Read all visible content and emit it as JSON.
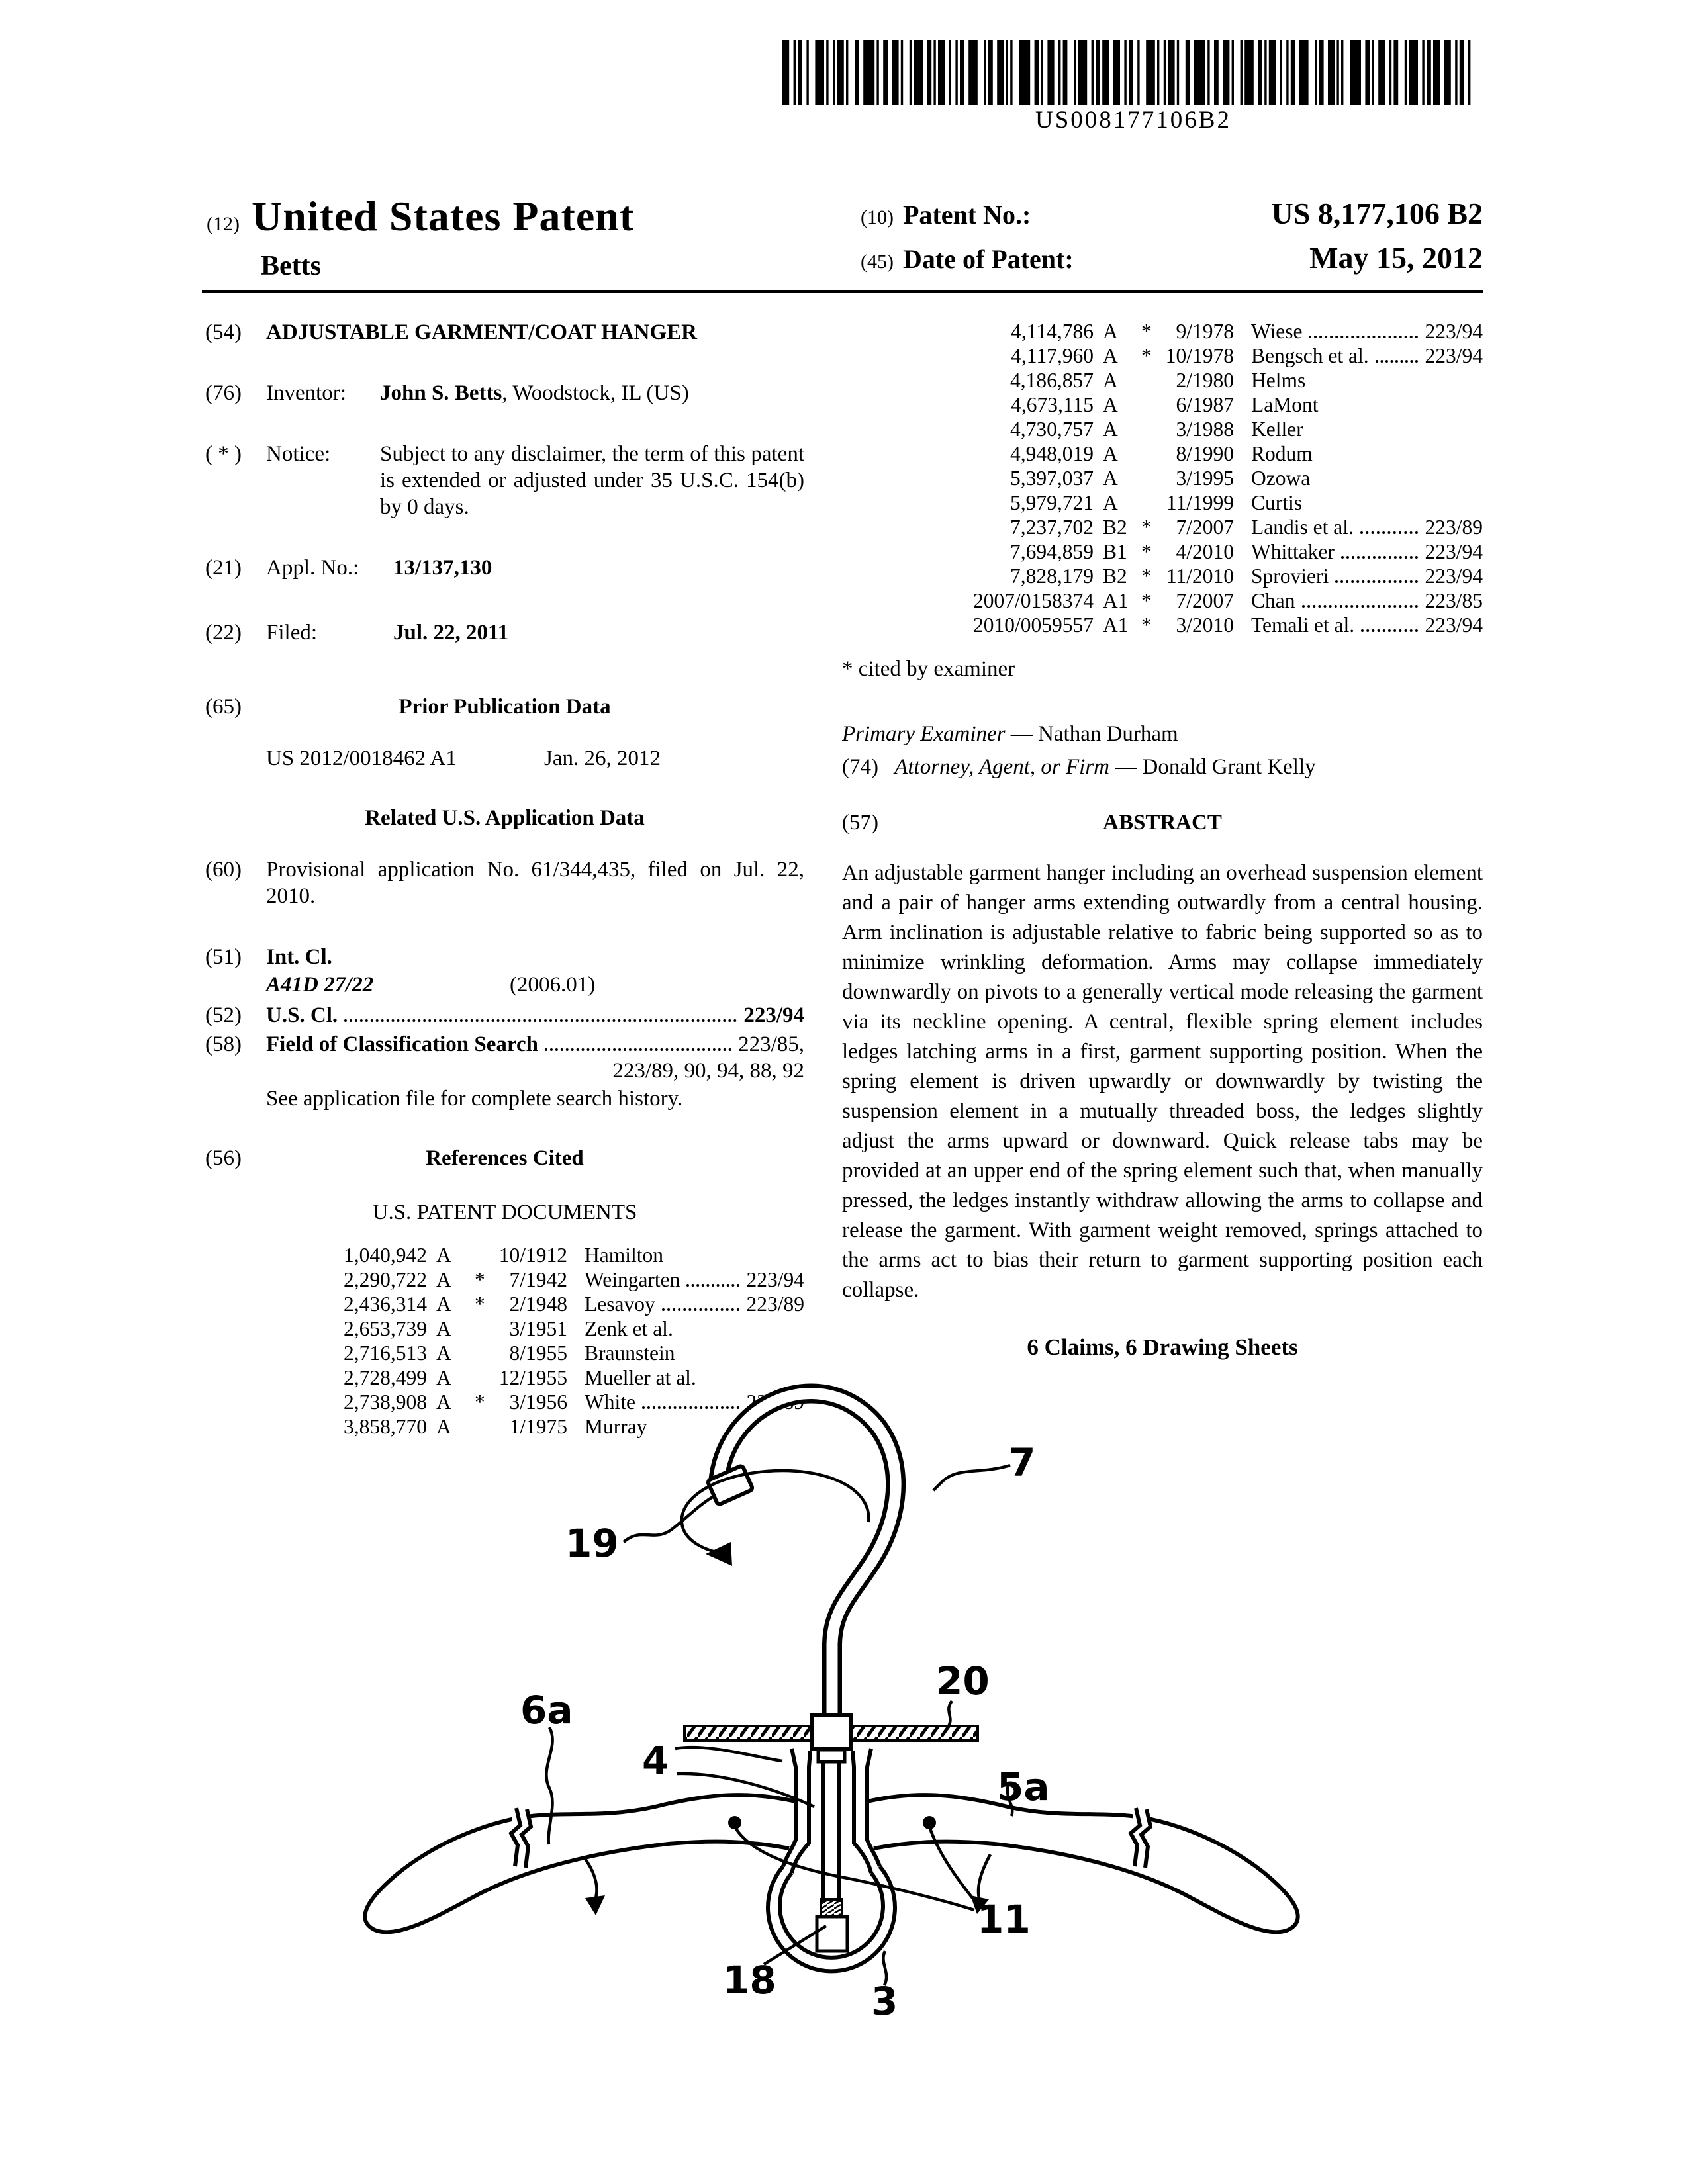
{
  "barcode": {
    "text": "US008177106B2"
  },
  "header": {
    "kind_num": "(12)",
    "kind_title": "United States Patent",
    "inventor_short": "Betts",
    "patent_no_num": "(10)",
    "patent_no_label": "Patent No.:",
    "patent_no_value": "US 8,177,106 B2",
    "date_num": "(45)",
    "date_label": "Date of Patent:",
    "date_value": "May 15, 2012"
  },
  "left": {
    "f54_num": "(54)",
    "f54_title": "ADJUSTABLE GARMENT/COAT HANGER",
    "f76_num": "(76)",
    "f76_label": "Inventor:",
    "f76_name": "John S. Betts",
    "f76_rest": ", Woodstock, IL (US)",
    "fstar_num": "( * )",
    "fstar_label": "Notice:",
    "fstar_text": "Subject to any disclaimer, the term of this patent is extended or adjusted under 35 U.S.C. 154(b) by 0 days.",
    "f21_num": "(21)",
    "f21_label": "Appl. No.:",
    "f21_value": "13/137,130",
    "f22_num": "(22)",
    "f22_label": "Filed:",
    "f22_value": "Jul. 22, 2011",
    "f65_num": "(65)",
    "f65_title": "Prior Publication Data",
    "pub_no": "US 2012/0018462 A1",
    "pub_date": "Jan. 26, 2012",
    "related_title": "Related U.S. Application Data",
    "f60_num": "(60)",
    "f60_text": "Provisional application No. 61/344,435, filed on Jul. 22, 2010.",
    "f51_num": "(51)",
    "f51_label": "Int. Cl.",
    "f51_class": "A41D 27/22",
    "f51_year": "(2006.01)",
    "f52_num": "(52)",
    "f52_label": "U.S. Cl.",
    "f52_value": "223/94",
    "f58_num": "(58)",
    "f58_label": "Field of Classification Search",
    "f58_value": "223/85,",
    "f58_value2": "223/89, 90, 94, 88, 92",
    "f58_note": "See application file for complete search history.",
    "f56_num": "(56)",
    "f56_title": "References Cited",
    "uspd_title": "U.S. PATENT DOCUMENTS",
    "refs": [
      {
        "num": "1,040,942",
        "kind": "A",
        "star": "",
        "date": "10/1912",
        "name": "Hamilton",
        "cls": ""
      },
      {
        "num": "2,290,722",
        "kind": "A",
        "star": "*",
        "date": "7/1942",
        "name": "Weingarten",
        "cls": "223/94"
      },
      {
        "num": "2,436,314",
        "kind": "A",
        "star": "*",
        "date": "2/1948",
        "name": "Lesavoy",
        "cls": "223/89"
      },
      {
        "num": "2,653,739",
        "kind": "A",
        "star": "",
        "date": "3/1951",
        "name": "Zenk et al.",
        "cls": ""
      },
      {
        "num": "2,716,513",
        "kind": "A",
        "star": "",
        "date": "8/1955",
        "name": "Braunstein",
        "cls": ""
      },
      {
        "num": "2,728,499",
        "kind": "A",
        "star": "",
        "date": "12/1955",
        "name": "Mueller at al.",
        "cls": ""
      },
      {
        "num": "2,738,908",
        "kind": "A",
        "star": "*",
        "date": "3/1956",
        "name": "White",
        "cls": "223/89"
      },
      {
        "num": "3,858,770",
        "kind": "A",
        "star": "",
        "date": "1/1975",
        "name": "Murray",
        "cls": ""
      }
    ]
  },
  "right": {
    "refs": [
      {
        "num": "4,114,786",
        "kind": "A",
        "star": "*",
        "date": "9/1978",
        "name": "Wiese",
        "cls": "223/94"
      },
      {
        "num": "4,117,960",
        "kind": "A",
        "star": "*",
        "date": "10/1978",
        "name": "Bengsch et al.",
        "cls": "223/94"
      },
      {
        "num": "4,186,857",
        "kind": "A",
        "star": "",
        "date": "2/1980",
        "name": "Helms",
        "cls": ""
      },
      {
        "num": "4,673,115",
        "kind": "A",
        "star": "",
        "date": "6/1987",
        "name": "LaMont",
        "cls": ""
      },
      {
        "num": "4,730,757",
        "kind": "A",
        "star": "",
        "date": "3/1988",
        "name": "Keller",
        "cls": ""
      },
      {
        "num": "4,948,019",
        "kind": "A",
        "star": "",
        "date": "8/1990",
        "name": "Rodum",
        "cls": ""
      },
      {
        "num": "5,397,037",
        "kind": "A",
        "star": "",
        "date": "3/1995",
        "name": "Ozowa",
        "cls": ""
      },
      {
        "num": "5,979,721",
        "kind": "A",
        "star": "",
        "date": "11/1999",
        "name": "Curtis",
        "cls": ""
      },
      {
        "num": "7,237,702",
        "kind": "B2",
        "star": "*",
        "date": "7/2007",
        "name": "Landis et al.",
        "cls": "223/89"
      },
      {
        "num": "7,694,859",
        "kind": "B1",
        "star": "*",
        "date": "4/2010",
        "name": "Whittaker",
        "cls": "223/94"
      },
      {
        "num": "7,828,179",
        "kind": "B2",
        "star": "*",
        "date": "11/2010",
        "name": "Sprovieri",
        "cls": "223/94"
      },
      {
        "num": "2007/0158374",
        "kind": "A1",
        "star": "*",
        "date": "7/2007",
        "name": "Chan",
        "cls": "223/85"
      },
      {
        "num": "2010/0059557",
        "kind": "A1",
        "star": "*",
        "date": "3/2010",
        "name": "Temali et al.",
        "cls": "223/94"
      }
    ],
    "cited_note": "* cited by examiner",
    "examiner_label": "Primary Examiner",
    "examiner_value": " — Nathan Durham",
    "f74_num": "(74)",
    "f74_label": "Attorney, Agent, or Firm",
    "f74_value": " — Donald Grant Kelly",
    "f57_num": "(57)",
    "abstract_title": "ABSTRACT",
    "abstract_text": "An adjustable garment hanger including an overhead suspension element and a pair of hanger arms extending outwardly from a central housing. Arm inclination is adjustable relative to fabric being supported so as to minimize wrinkling deformation. Arms may collapse immediately downwardly on pivots to a generally vertical mode releasing the garment via its neckline opening. A central, flexible spring element includes ledges latching arms in a first, garment supporting position. When the spring element is driven upwardly or downwardly by twisting the suspension element in a mutually threaded boss, the ledges slightly adjust the arms upward or downward. Quick release tabs may be provided at an upper end of the spring element such that, when manually pressed, the ledges instantly withdraw allowing the arms to collapse and release the garment. With garment weight removed, springs attached to the arms act to bias their return to garment supporting position each collapse.",
    "claims_note": "6 Claims, 6 Drawing Sheets"
  },
  "figure": {
    "labels": {
      "n19": "19",
      "n7": "7",
      "n20": "20",
      "n6a": "6a",
      "n4": "4",
      "n5a": "5a",
      "n11": "11",
      "n18": "18",
      "n3": "3"
    }
  }
}
